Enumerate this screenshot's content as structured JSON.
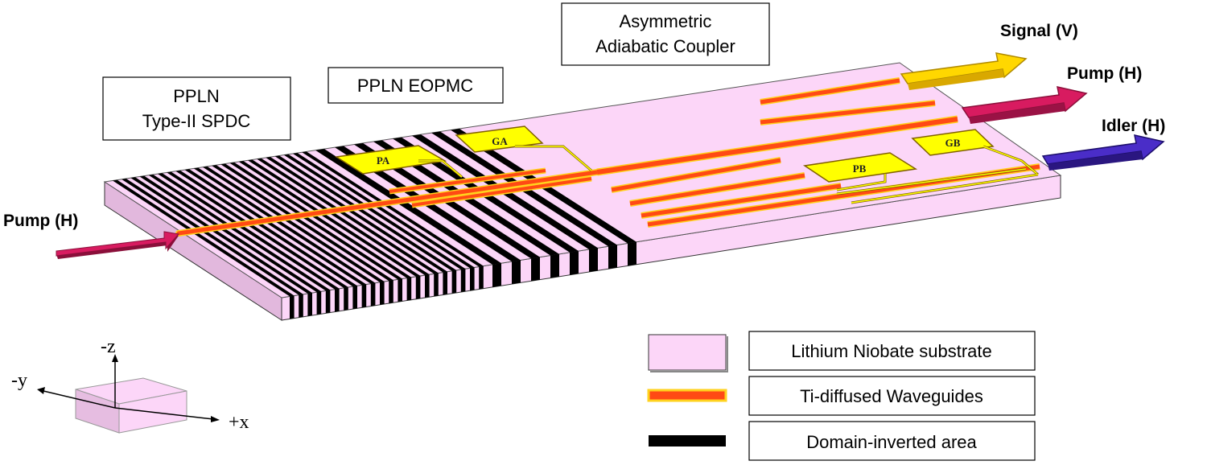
{
  "labels": {
    "ppln_spdc_line1": "PPLN",
    "ppln_spdc_line2": "Type-II SPDC",
    "ppln_eopmc": "PPLN EOPMC",
    "aac_line1": "Asymmetric",
    "aac_line2": "Adiabatic Coupler",
    "pump_in": "Pump (H)",
    "signal_out": "Signal (V)",
    "pump_out": "Pump (H)",
    "idler_out": "Idler (H)"
  },
  "electrodes": {
    "pa": "PA",
    "ga": "GA",
    "pb": "PB",
    "gb": "GB"
  },
  "axes": {
    "z": "-z",
    "y": "-y",
    "x": "+x"
  },
  "legend": [
    {
      "label": "Lithium Niobate substrate",
      "swatch": "substrate"
    },
    {
      "label": "Ti-diffused Waveguides",
      "swatch": "waveguide"
    },
    {
      "label": "Domain-inverted area",
      "swatch": "domain"
    }
  ],
  "colors": {
    "substrate_top": "#fcd6f8",
    "substrate_side": "#ecc0e6",
    "domain": "#000000",
    "waveguide": "#ff4a14",
    "waveguide_edge": "#ffd21e",
    "electrode": "#ffff00",
    "pump_arrow": "#d81b60",
    "signal_arrow": "#ffd700",
    "idler_arrow": "#3f1fb0"
  }
}
